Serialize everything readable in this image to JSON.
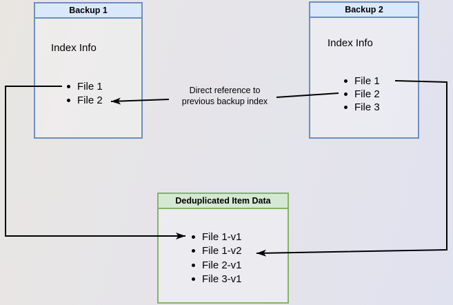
{
  "diagram": {
    "backup1": {
      "title": "Backup 1",
      "subtitle": "Index Info",
      "items": [
        "File 1",
        "File 2"
      ]
    },
    "backup2": {
      "title": "Backup 2",
      "subtitle": "Index Info",
      "items": [
        "File 1",
        "File 2",
        "File 3"
      ]
    },
    "dedup": {
      "title": "Deduplicated Item Data",
      "items": [
        "File 1-v1",
        "File 1-v2",
        "File 2-v1",
        "File 3-v1"
      ]
    },
    "annotation": {
      "line1": "Direct reference to",
      "line2": "previous backup index"
    },
    "colors": {
      "blue_box_border": "#6c8ebf",
      "blue_header_fill": "#dae8fc",
      "green_box_border": "#82b366",
      "green_header_fill": "#d5e8d4",
      "connector": "#000000",
      "background_left": "#e9e6e2",
      "background_right": "#e1e2ef"
    }
  }
}
